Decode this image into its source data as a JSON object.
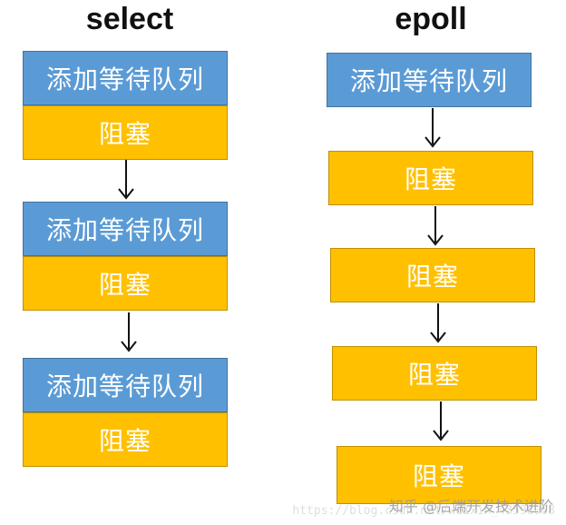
{
  "titles": {
    "select": "select",
    "epoll": "epoll"
  },
  "labels": {
    "add_queue": "添加等待队列",
    "block": "阻塞"
  },
  "colors": {
    "blue": "#5b9bd5",
    "yellow": "#ffc000",
    "arrow": "#111111"
  },
  "watermark": {
    "front": "知乎 @后端开发技术进阶",
    "back": "https://blog.csdn.net/weixin_43598008"
  }
}
